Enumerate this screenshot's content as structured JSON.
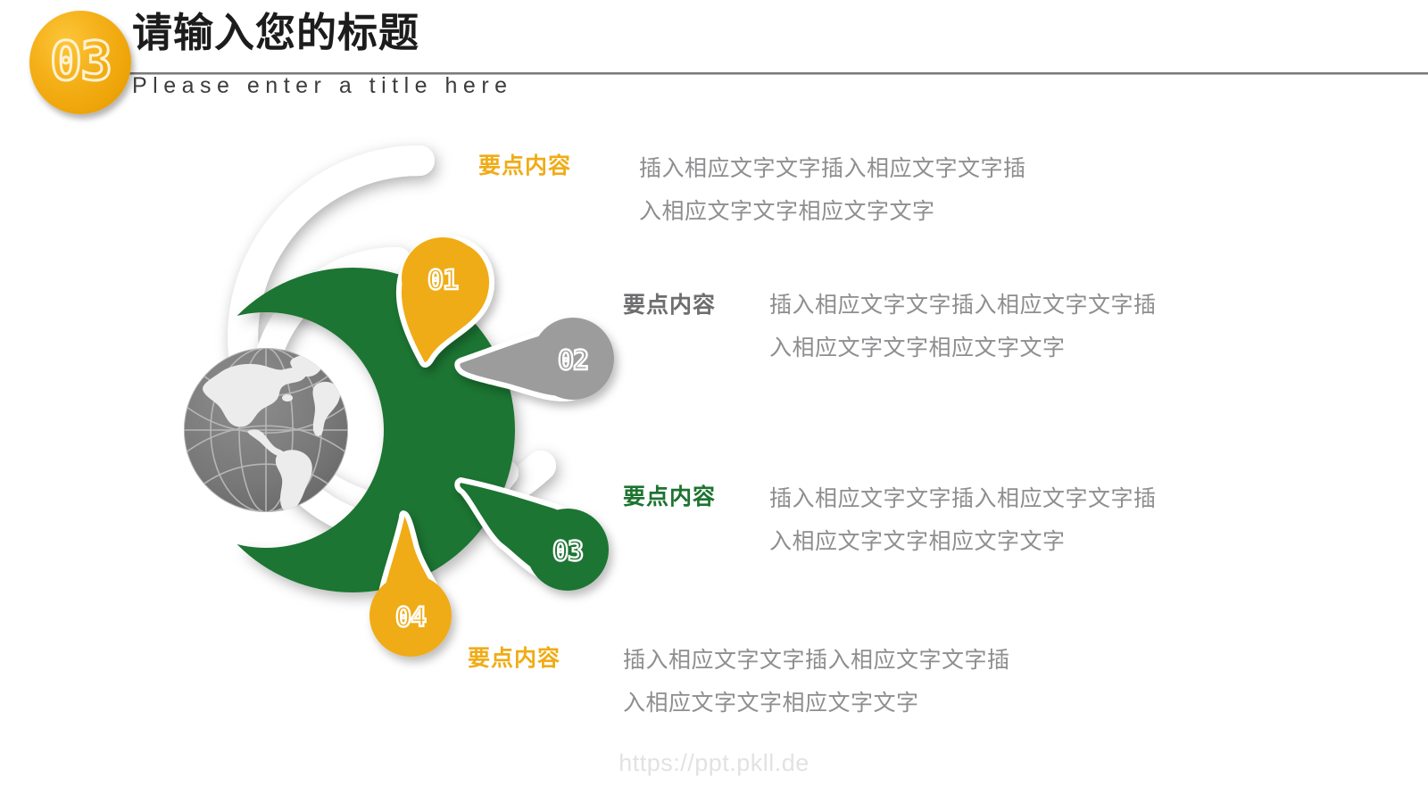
{
  "slide": {
    "badge_number": "03",
    "title_cn": "请输入您的标题",
    "title_en": "Please enter a title here",
    "footer_url": "https://ppt.pkll.de"
  },
  "colors": {
    "amber": "#F0AC16",
    "amber_dark": "#DD9405",
    "green": "#1D7430",
    "green_dark": "#145C24",
    "gray": "#9C9C9C",
    "gray_dark": "#868686",
    "body_text": "#8E8E90",
    "heading_gray": "#6E6E70",
    "title_text": "#1C1C1C",
    "divider": "#7C7C7E",
    "footer_text": "#E2E2E4"
  },
  "graphic": {
    "globe_label": "globe-icon",
    "crescent_label": "green-crescent",
    "outer_ring_label": "outer-ring-arc"
  },
  "items": [
    {
      "number": "01",
      "color_key": "amber",
      "marker_fill": "#F0AC16",
      "heading": "要点内容",
      "heading_color": "#F0AC16",
      "body_line1": "插入相应文字文字插入相应文字文字插",
      "body_line2": "入相应文字文字相应文字文字"
    },
    {
      "number": "02",
      "color_key": "gray",
      "marker_fill": "#9C9C9C",
      "heading": "要点内容",
      "heading_color": "#6E6E70",
      "body_line1": "插入相应文字文字插入相应文字文字插",
      "body_line2": "入相应文字文字相应文字文字"
    },
    {
      "number": "03",
      "color_key": "green",
      "marker_fill": "#1D7430",
      "heading": "要点内容",
      "heading_color": "#1D7430",
      "body_line1": "插入相应文字文字插入相应文字文字插",
      "body_line2": "入相应文字文字相应文字文字"
    },
    {
      "number": "04",
      "color_key": "amber",
      "marker_fill": "#F0AC16",
      "heading": "要点内容",
      "heading_color": "#F0AC16",
      "body_line1": "插入相应文字文字插入相应文字文字插",
      "body_line2": "入相应文字文字相应文字文字"
    }
  ]
}
